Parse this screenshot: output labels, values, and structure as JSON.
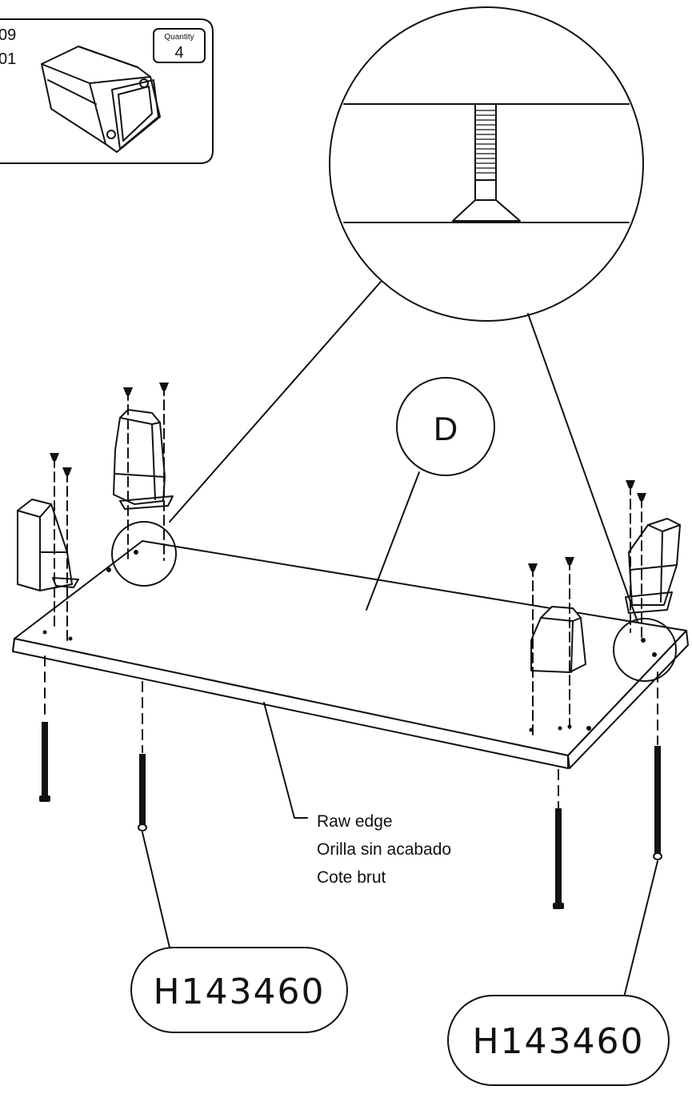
{
  "part_panel": {
    "part_numbers": [
      "09",
      "01"
    ],
    "quantity_label": "Quantity",
    "quantity_value": "4"
  },
  "detail_callout": {
    "letter": "D"
  },
  "edge_note": {
    "lines": [
      "Raw edge",
      "Orilla sin acabado",
      "Cote brut"
    ]
  },
  "part_labels": {
    "left": "H143460",
    "right": "H143460"
  }
}
